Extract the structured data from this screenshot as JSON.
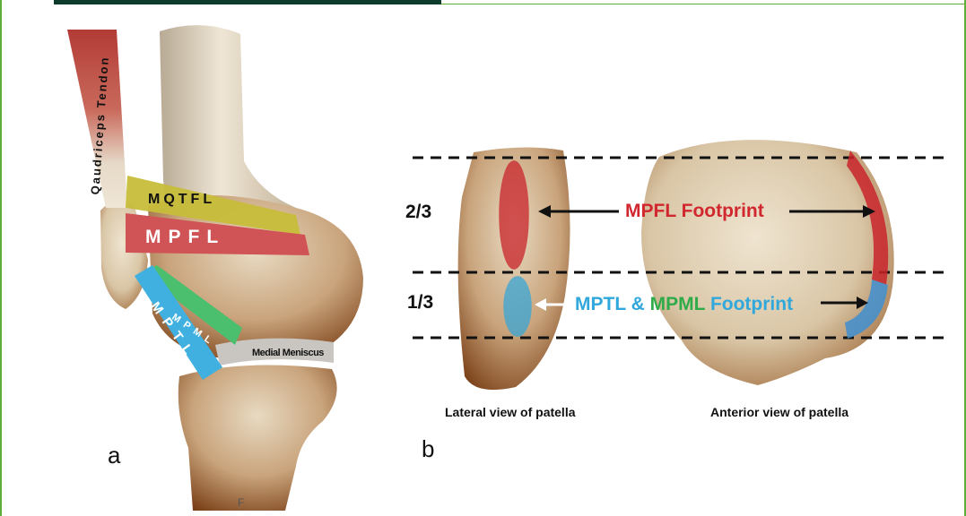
{
  "panel_a": {
    "letter": "a",
    "labels": {
      "quadriceps": "Qaudriceps Tendon",
      "mqtfl": "MQTFL",
      "mpfl": "MPFL",
      "mpml": "MPML",
      "mptl": "MPTL",
      "meniscus": "Medial Meniscus",
      "bottom_mark": "F"
    }
  },
  "panel_b": {
    "letter": "b",
    "upper_fraction": "2/3",
    "lower_fraction": "1/3",
    "mpfl_footprint": {
      "mpfl": "MPFL",
      "footprint": "Footprint"
    },
    "mptl_footprint": {
      "mptl": "MPTL",
      "amp": "&",
      "mpml": "MPML",
      "footprint": "Footprint"
    },
    "caption_lateral": "Lateral view of patella",
    "caption_anterior": "Anterior view of patella"
  },
  "colors": {
    "mpfl_red": "#d1272e",
    "mptl_blue": "#31a8dc",
    "mpml_green": "#2fab4a",
    "mqtfl_yellow": "#c7bd3a",
    "bone": "#e2d4bd",
    "bone_shadow": "#8a4e22"
  }
}
